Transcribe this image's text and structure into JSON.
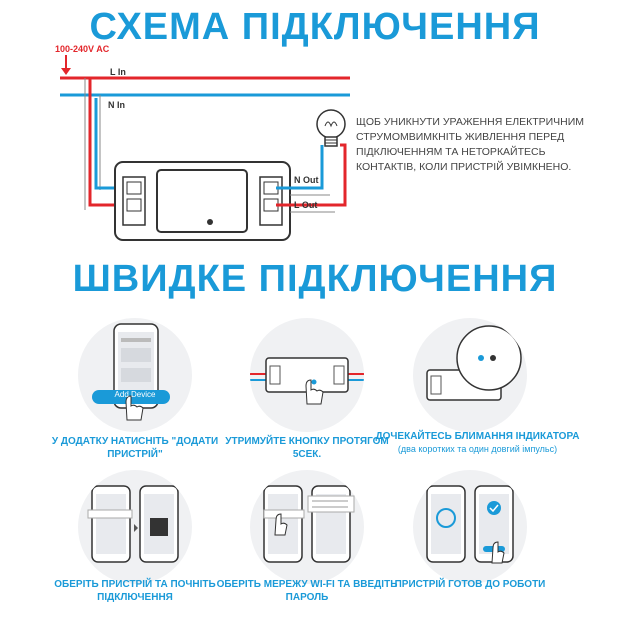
{
  "wiring": {
    "title": "СХЕМА ПІДКЛЮЧЕННЯ",
    "supply_label": "100-240V AC",
    "l_in": "L In",
    "n_in": "N In",
    "n_out": "N Out",
    "l_out": "L Out",
    "warning": "Щоб уникнути ураження електричним струмомвимкніть живлення перед підключенням та неторкайтесь контактів, коли пристрій увімкнено.",
    "colors": {
      "live": "#e3262b",
      "neutral": "#1a9ad8",
      "title": "#1a9ad8"
    }
  },
  "quick": {
    "title": "ШВИДКЕ ПІДКЛЮЧЕННЯ",
    "steps": [
      {
        "caption": "У додатку натисніть \"Додати пристрій\"",
        "button_text": "Add Device"
      },
      {
        "caption": "Утримуйте кнопку протягом 5сек."
      },
      {
        "caption": "Дочекайтесь блимання індикатора",
        "sub": "(два коротких та один довгий імпульс)"
      },
      {
        "caption": "Оберіть пристрій та почніть підключення"
      },
      {
        "caption": "Оберіть мережу Wi-Fi та введіть пароль"
      },
      {
        "caption": "Пристрій готов до роботи"
      }
    ]
  }
}
